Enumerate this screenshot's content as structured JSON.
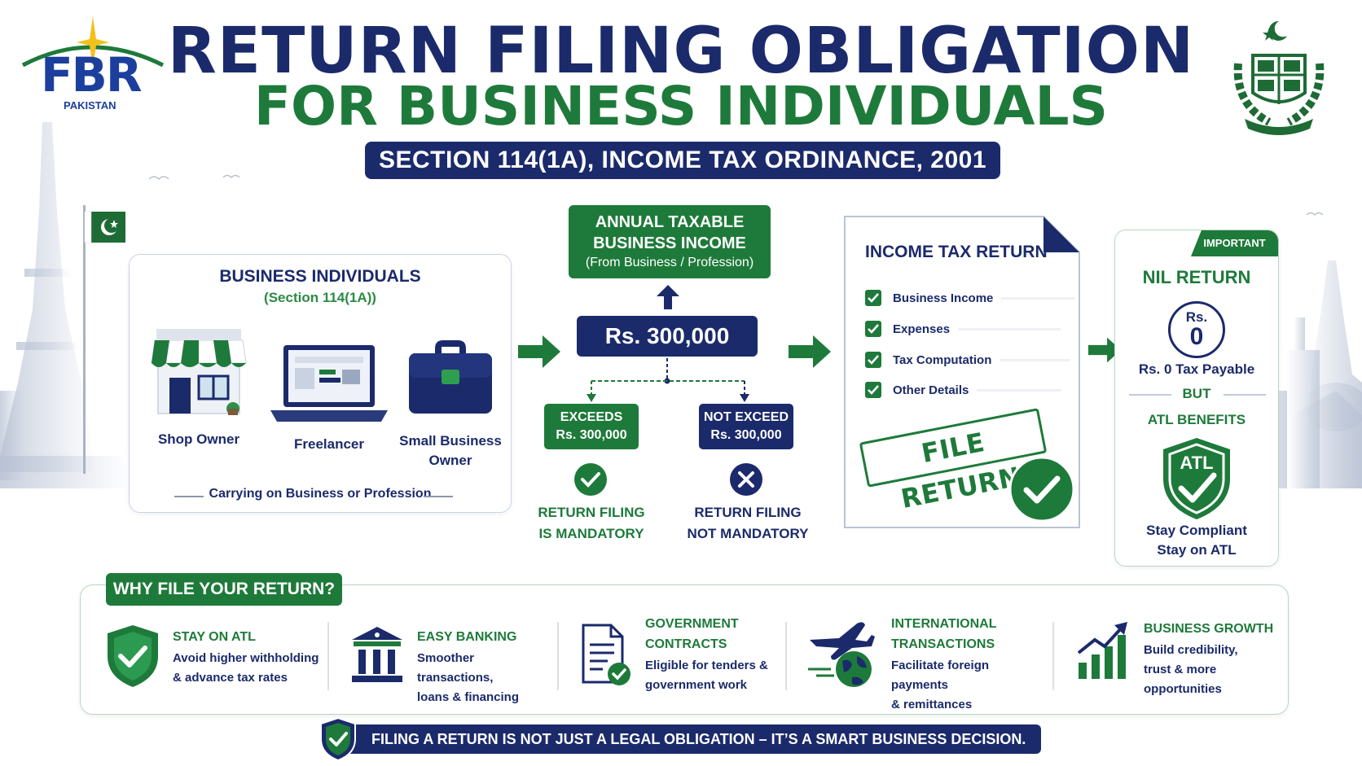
{
  "header": {
    "logo_text": "FBR",
    "logo_sub": "PAKISTAN",
    "title_line1": "RETURN FILING OBLIGATION",
    "title_line2": "FOR BUSINESS INDIVIDUALS",
    "section": "SECTION 114(1A), INCOME TAX ORDINANCE, 2001"
  },
  "business_individuals": {
    "title": "BUSINESS INDIVIDUALS",
    "subtitle": "(Section 114(1A))",
    "persons": [
      {
        "label": "Shop Owner",
        "icon": "shop-icon"
      },
      {
        "label": "Freelancer",
        "icon": "laptop-icon"
      },
      {
        "label_line1": "Small Business",
        "label_line2": "Owner",
        "icon": "briefcase-icon"
      }
    ],
    "footer": "Carrying on Business or Profession"
  },
  "threshold": {
    "income_line1": "ANNUAL TAXABLE",
    "income_line2": "BUSINESS INCOME",
    "income_line3": "(From Business / Profession)",
    "amount": "Rs. 300,000",
    "exceeds_line1": "EXCEEDS",
    "exceeds_line2": "Rs. 300,000",
    "not_exceed_line1": "NOT EXCEED",
    "not_exceed_line2": "Rs. 300,000",
    "mandatory_line1": "RETURN FILING",
    "mandatory_line2": "IS MANDATORY",
    "not_mandatory_line1": "RETURN FILING",
    "not_mandatory_line2": "NOT MANDATORY"
  },
  "tax_return": {
    "title": "INCOME TAX RETURN",
    "items": [
      "Business Income",
      "Expenses",
      "Tax Computation",
      "Other Details"
    ],
    "stamp": "FILE RETURN"
  },
  "important": {
    "ribbon": "IMPORTANT",
    "title": "NIL RETURN",
    "rs": "Rs.",
    "zero": "0",
    "payable": "Rs. 0 Tax Payable",
    "but": "BUT",
    "atl_benefits": "ATL BENEFITS",
    "badge": "ATL",
    "stay_line1": "Stay Compliant",
    "stay_line2": "Stay on ATL"
  },
  "why_file": {
    "tag": "WHY FILE YOUR RETURN?",
    "benefits": [
      {
        "title_line1": "STAY ON ATL",
        "text_line1": "Avoid higher withholding",
        "text_line2": "& advance tax rates",
        "icon": "shield-check-icon"
      },
      {
        "title_line1": "EASY BANKING",
        "text_line1": "Smoother transactions,",
        "text_line2": "loans & financing",
        "icon": "bank-icon"
      },
      {
        "title_line1": "GOVERNMENT",
        "title_line2": "CONTRACTS",
        "text_line1": "Eligible for tenders &",
        "text_line2": "government work",
        "icon": "document-check-icon"
      },
      {
        "title_line1": "INTERNATIONAL",
        "title_line2": "TRANSACTIONS",
        "text_line1": "Facilitate foreign payments",
        "text_line2": "& remittances",
        "icon": "plane-globe-icon"
      },
      {
        "title_line1": "BUSINESS GROWTH",
        "text_line1": "Build credibility,",
        "text_line2": "trust & more",
        "text_line3": "opportunities",
        "icon": "growth-chart-icon"
      }
    ]
  },
  "footer_bar": "FILING A RETURN IS NOT JUST A LEGAL OBLIGATION – IT’S A SMART BUSINESS DECISION.",
  "colors": {
    "navy": "#1b2a6b",
    "green": "#1e7a3a",
    "fbr_blue": "#1c3f9e"
  }
}
